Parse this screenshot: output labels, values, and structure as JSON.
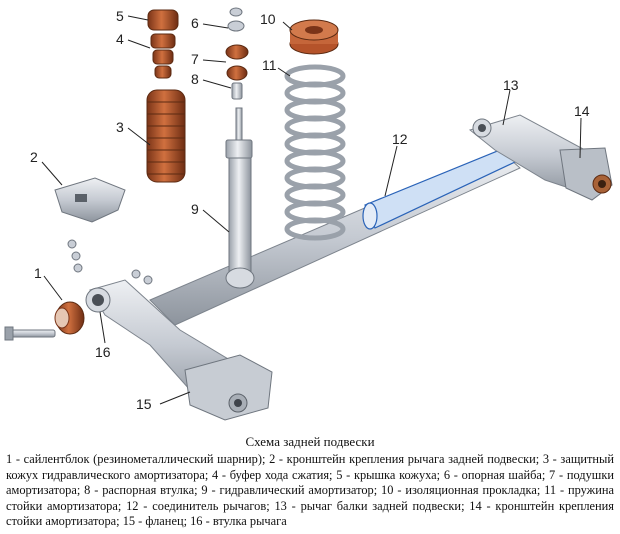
{
  "caption": {
    "title": "Схема задней подвески",
    "text": "1 - сайлентблок (резинометаллический шарнир); 2 - кронштейн крепления рычага задней подвески; 3 - защитный кожух гидравлического амортизатора; 4 - буфер хода сжатия; 5 - крышка кожуха; 6 - опорная шайба; 7 - подушки амортизатора; 8 - распорная втулка; 9 - гидравлический амортизатор; 10 - изоляционная прокладка; 11 - пружина стойки амортизатора; 12 - соединитель рычагов; 13 - рычаг балки задней подвески; 14 - кронштейн крепления стойки амортизатора; 15 - фланец; 16 - втулка рычага"
  },
  "labels": [
    "1",
    "2",
    "3",
    "4",
    "5",
    "6",
    "7",
    "8",
    "9",
    "10",
    "11",
    "12",
    "13",
    "14",
    "15",
    "16"
  ],
  "colors": {
    "steel": "#c9ced6",
    "steel_dark": "#8f969f",
    "rubber": "#b5532a",
    "rubber_dark": "#7a3418",
    "spring": "#d9dde3",
    "accent_blue": "#2a63b8"
  }
}
